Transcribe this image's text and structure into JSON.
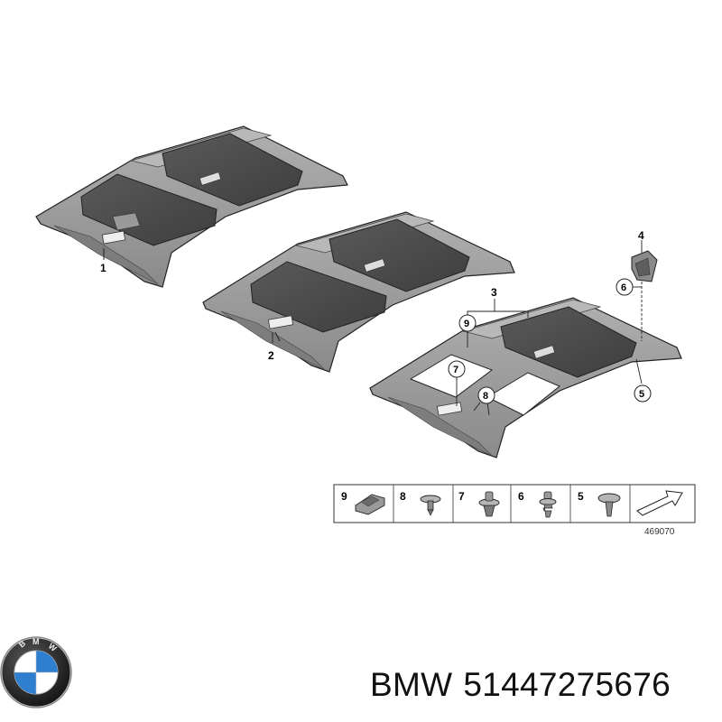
{
  "callouts": {
    "part1": "1",
    "part2": "2",
    "part3": "3",
    "part4": "4",
    "part5": "5",
    "part6": "6",
    "part7": "7",
    "part8": "8",
    "part9": "9"
  },
  "legend_strip": {
    "items": [
      {
        "label": "9",
        "icon": "clip-icon"
      },
      {
        "label": "8",
        "icon": "push-rivet-icon"
      },
      {
        "label": "7",
        "icon": "expanding-clip-icon"
      },
      {
        "label": "6",
        "icon": "fir-tree-clip-icon"
      },
      {
        "label": "5",
        "icon": "push-pin-icon"
      }
    ],
    "arrow_icon": "forward-arrow-icon",
    "ref_number": "469070"
  },
  "footer": {
    "brand": "BMW",
    "part_number": "51447275676"
  },
  "colors": {
    "panel": "#9a9a9a",
    "panel_dark": "#6e6e6e",
    "pad": "#4a4a4a",
    "line": "#222222"
  }
}
